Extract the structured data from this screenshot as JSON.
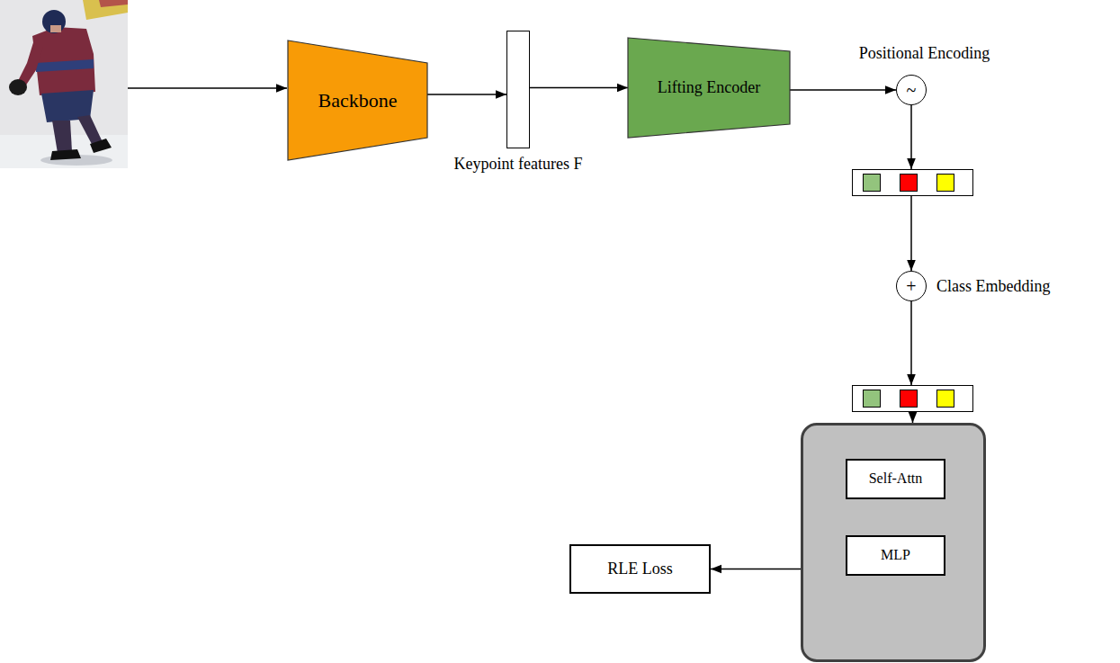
{
  "diagram": {
    "nodes": [
      {
        "text": [
          "Backbone"
        ]
      },
      {
        "text": [
          "Keypoint features F"
        ]
      },
      {
        "text": [
          "Lifting Encoder"
        ]
      },
      {
        "text": [
          "~",
          "Positional Encoding"
        ]
      },
      {
        "text": []
      },
      {
        "text": [
          "+",
          "Class Embedding"
        ]
      },
      {
        "text": []
      },
      {
        "text": []
      },
      {
        "text": [
          "Self-Attn"
        ],
        "in": 7
      },
      {
        "text": [
          "MLP"
        ],
        "in": 7
      },
      {
        "text": [
          "RLE Loss"
        ]
      }
    ],
    "edges": [
      {
        "from": 0,
        "to": 1,
        "arrow": "to"
      },
      {
        "from": 1,
        "to": 2,
        "arrow": "to"
      },
      {
        "from": 2,
        "to": 3,
        "arrow": "to"
      },
      {
        "from": 3,
        "to": 4,
        "arrow": "to"
      },
      {
        "from": 4,
        "to": 5,
        "arrow": "to"
      },
      {
        "from": 5,
        "to": 6,
        "arrow": "to"
      },
      {
        "from": 6,
        "to": 7,
        "arrow": "to"
      },
      {
        "from": 8,
        "to": 9,
        "arrow": "to"
      },
      {
        "from": 7,
        "to": 10,
        "arrow": "to"
      }
    ]
  }
}
